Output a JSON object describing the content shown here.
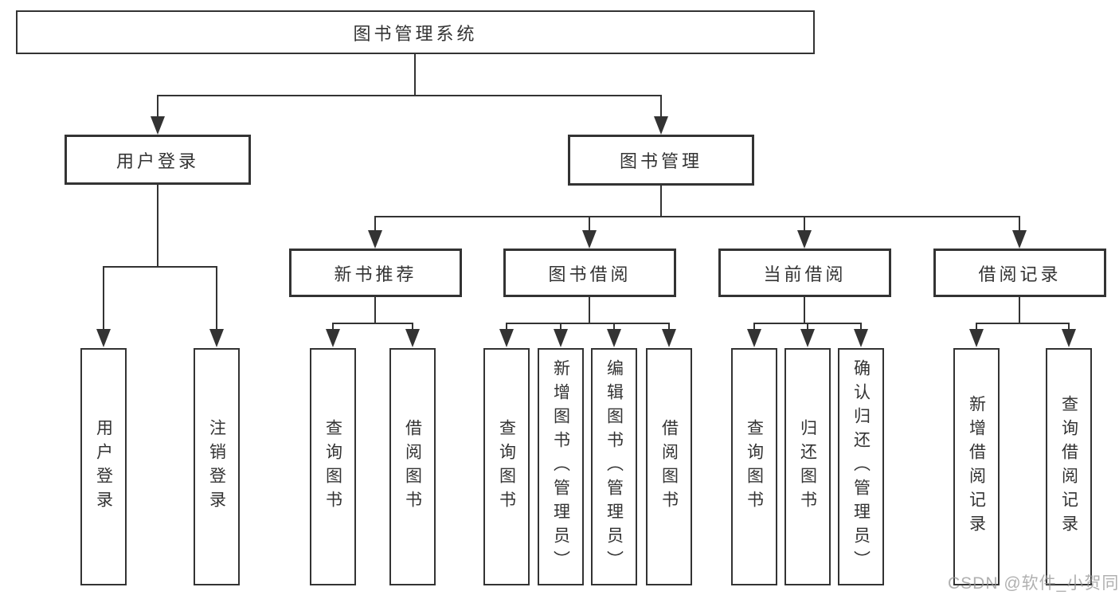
{
  "nodes": {
    "root": "图书管理系统",
    "user_login": "用户登录",
    "book_mgmt": "图书管理",
    "new_book_rec": "新书推荐",
    "book_borrow": "图书借阅",
    "current_borrow": "当前借阅",
    "borrow_records": "借阅记录",
    "leaf_user_login": "用户登录",
    "leaf_logout": "注销登录",
    "leaf_query_books_a": "查询图书",
    "leaf_borrow_books_a": "借阅图书",
    "leaf_query_books_b": "查询图书",
    "leaf_add_books_admin": "新增图书（管理员）",
    "leaf_edit_books_admin": "编辑图书（管理员）",
    "leaf_borrow_books_b": "借阅图书",
    "leaf_query_books_c": "查询图书",
    "leaf_return_books": "归还图书",
    "leaf_confirm_return_admin": "确认归还（管理员）",
    "leaf_add_borrow_record": "新增借阅记录",
    "leaf_query_borrow_record": "查询借阅记录"
  },
  "watermark": "CSDN @软件_小贺同学",
  "colors": {
    "line": "#333333",
    "text": "#333333",
    "watermark": "#969696",
    "background": "#ffffff"
  }
}
